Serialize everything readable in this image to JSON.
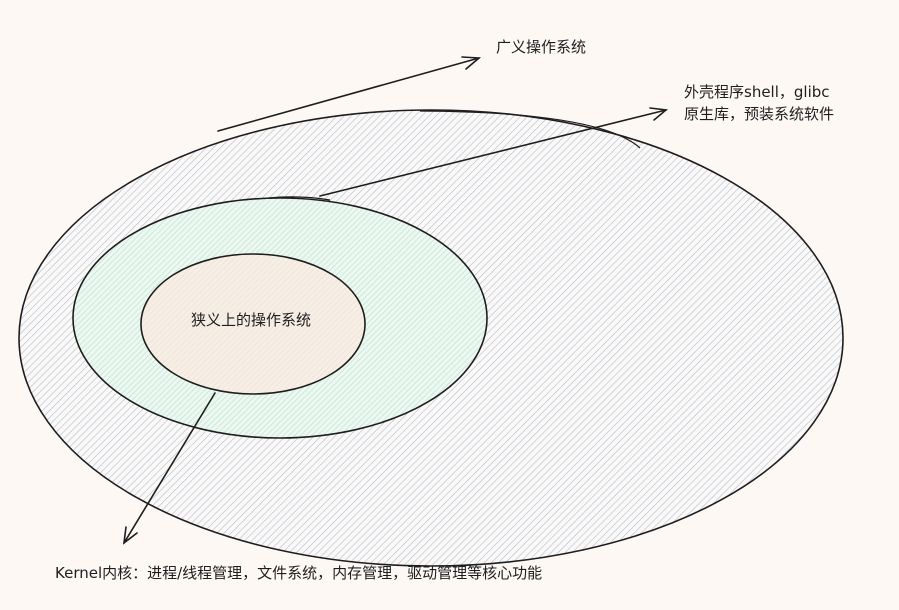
{
  "labels": {
    "broad_os": "广义操作系统",
    "shell_line1": "外壳程序shell，glibc",
    "shell_line2": "原生库，预装系统软件",
    "narrow_os": "狭义上的操作系统",
    "kernel": "Kernel内核：进程/线程管理，文件系统，内存管理，驱动管理等核心功能"
  },
  "colors": {
    "background": "#fdf8f3",
    "stroke": "#1e1e1e",
    "outer_hatch": "#a5c6ea",
    "middle_hatch": "#b9e8cf",
    "inner_fill": "#f7efe6"
  }
}
